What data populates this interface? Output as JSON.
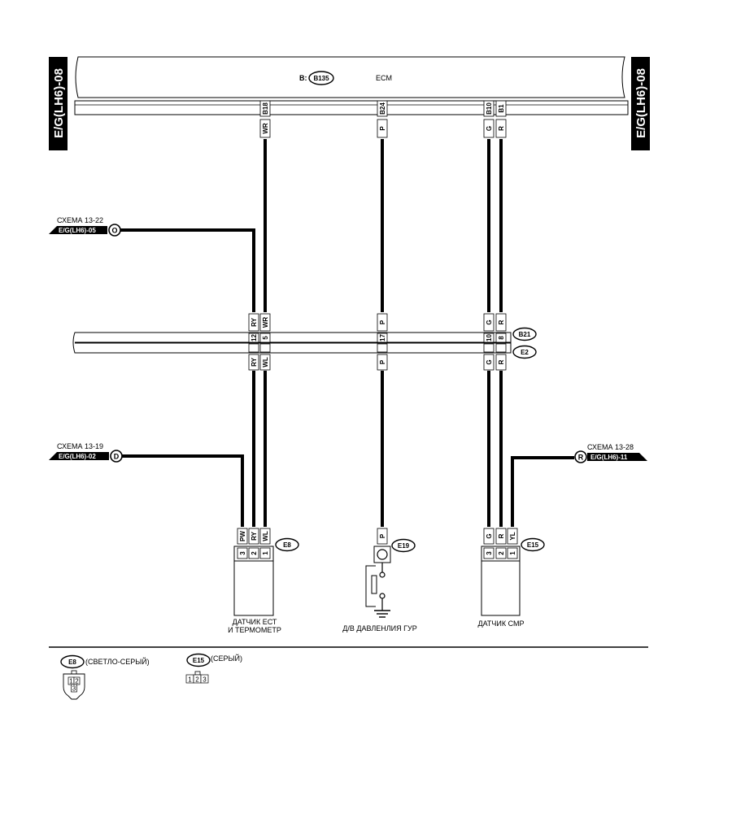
{
  "side_tags": {
    "left": "E/G(LH6)-08",
    "right": "E/G(LH6)-08"
  },
  "ecm": {
    "connector_prefix": "B:",
    "connector": "B135",
    "label": "ECM"
  },
  "ecm_pins": {
    "p1": "B18",
    "p2": "B24",
    "p3": "B10",
    "p4": "B1"
  },
  "top_colors": {
    "c1": "WR",
    "c2": "P",
    "c3": "G",
    "c4": "R"
  },
  "refs": {
    "r1": {
      "title": "СХЕМА 13-22",
      "tag": "E/G(LH6)-05",
      "letter": "O"
    },
    "r2": {
      "title": "СХЕМА 13-19",
      "tag": "E/G(LH6)-02",
      "letter": "D"
    },
    "r3": {
      "title": "СХЕМА 13-28",
      "tag": "E/G(LH6)-11",
      "letter": "R"
    }
  },
  "junction": {
    "b21": "B21",
    "e2": "E2",
    "upper_colors": {
      "a": "RY",
      "b": "WR",
      "c": "P",
      "d": "G",
      "e": "R"
    },
    "pins": {
      "a": "12",
      "b": "5",
      "c": "17",
      "d": "10",
      "e": "8"
    },
    "lower_colors": {
      "a": "RY",
      "b": "WL",
      "c": "P",
      "d": "G",
      "e": "R"
    }
  },
  "e8": {
    "id": "E8",
    "colors": {
      "a": "PW",
      "b": "RY",
      "c": "WL"
    },
    "pins": {
      "a": "3",
      "b": "2",
      "c": "1"
    },
    "label_line1": "ДАТЧИК ЕСТ",
    "label_line2": "И ТЕРМОМЕТР"
  },
  "e19": {
    "id": "E19",
    "color": "P",
    "label": "Д/В ДАВЛЕНЛИЯ ГУР"
  },
  "e15": {
    "id": "E15",
    "colors": {
      "a": "G",
      "b": "R",
      "c": "YL"
    },
    "pins": {
      "a": "3",
      "b": "2",
      "c": "1"
    },
    "label": "ДАТЧИК СМР"
  },
  "legend": {
    "e8": {
      "id": "E8",
      "desc": "(СВЕТЛО-СЕРЫЙ)",
      "pins": {
        "a": "1",
        "b": "2",
        "c": "3"
      }
    },
    "e15": {
      "id": "E15",
      "desc": "(СЕРЫЙ)",
      "pins": {
        "a": "1",
        "b": "2",
        "c": "3"
      }
    }
  }
}
